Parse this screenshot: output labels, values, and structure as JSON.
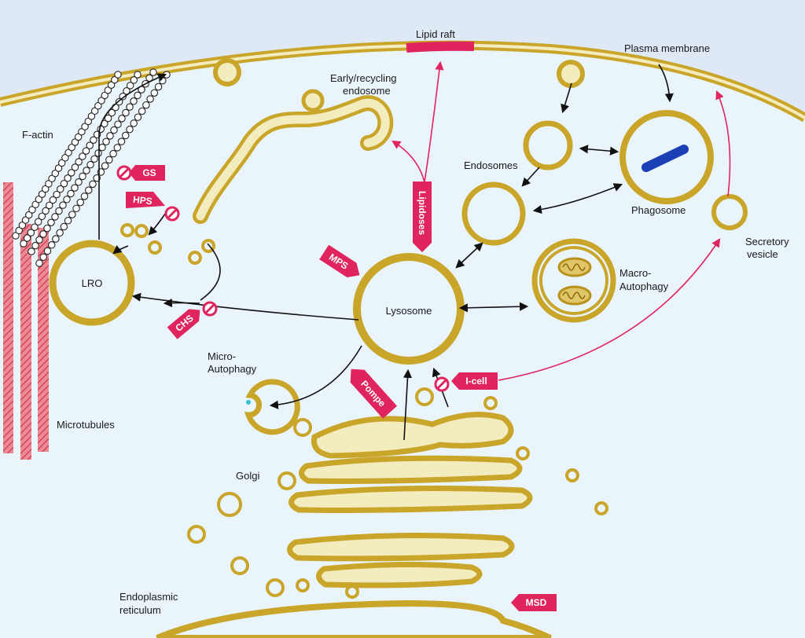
{
  "labels": {
    "lipid_raft": "Lipid raft",
    "plasma_membrane": "Plasma membrane",
    "early_endosome_1": "Early/recycling",
    "early_endosome_2": "endosome",
    "f_actin": "F-actin",
    "endosomes": "Endosomes",
    "phagosome": "Phagosome",
    "secretory_1": "Secretory",
    "secretory_2": "vesicle",
    "lro": "LRO",
    "lysosome": "Lysosome",
    "macro_1": "Macro-",
    "macro_2": "Autophagy",
    "micro_1": "Micro-",
    "micro_2": "Autophagy",
    "microtubules": "Microtubules",
    "golgi": "Golgi",
    "er_1": "Endoplasmic",
    "er_2": "reticulum"
  },
  "disease_tags": {
    "gs": "GS",
    "hps": "HPS",
    "chs": "CHS",
    "mps": "MPS",
    "lipidoses": "Lipidoses",
    "pompe": "Pompe",
    "icell": "I-cell",
    "msd": "MSD"
  },
  "colors": {
    "background": "#dfe9f6",
    "cytoplasm": "#eaf4fb",
    "membrane": "#c9a529",
    "membrane_light": "#f3ecbf",
    "disease": "#e0245e",
    "arrow": "#111111",
    "phagocytosed": "#1b3fb5"
  }
}
